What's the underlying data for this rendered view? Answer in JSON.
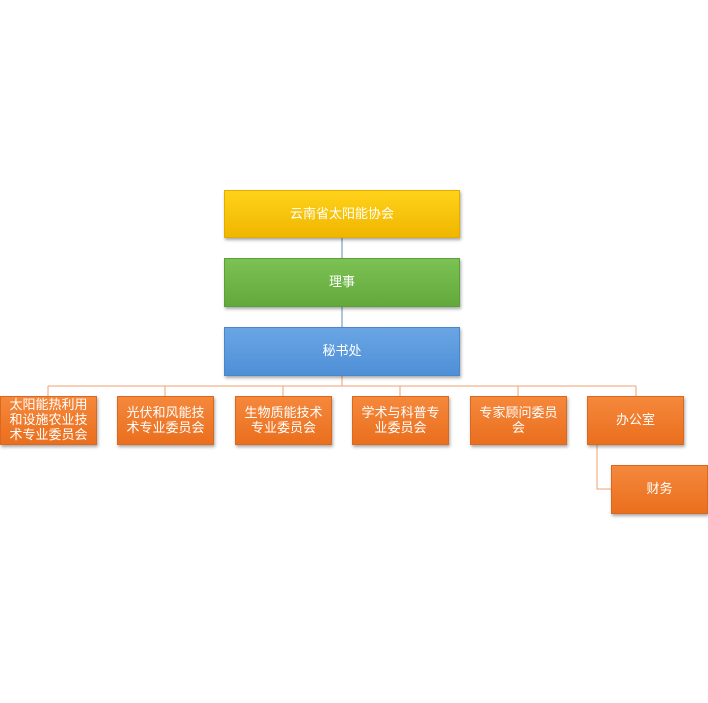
{
  "org_chart": {
    "root": "云南省太阳能协会",
    "council": "理事",
    "secretariat": "秘书处",
    "committees": [
      "太阳能热利用和设施农业技术专业委员会",
      "光伏和风能技术专业委员会",
      "生物质能技术专业委员会",
      "学术与科普专业委员会",
      "专家顾问委员会",
      "办公室"
    ],
    "office_sub": "财务"
  },
  "colors": {
    "root": "#f5c000",
    "council": "#6eb446",
    "secretariat": "#5b9bdd",
    "units": "#ee7a2b",
    "connector": "#5a8fb0",
    "branch_line": "#f0a070"
  }
}
